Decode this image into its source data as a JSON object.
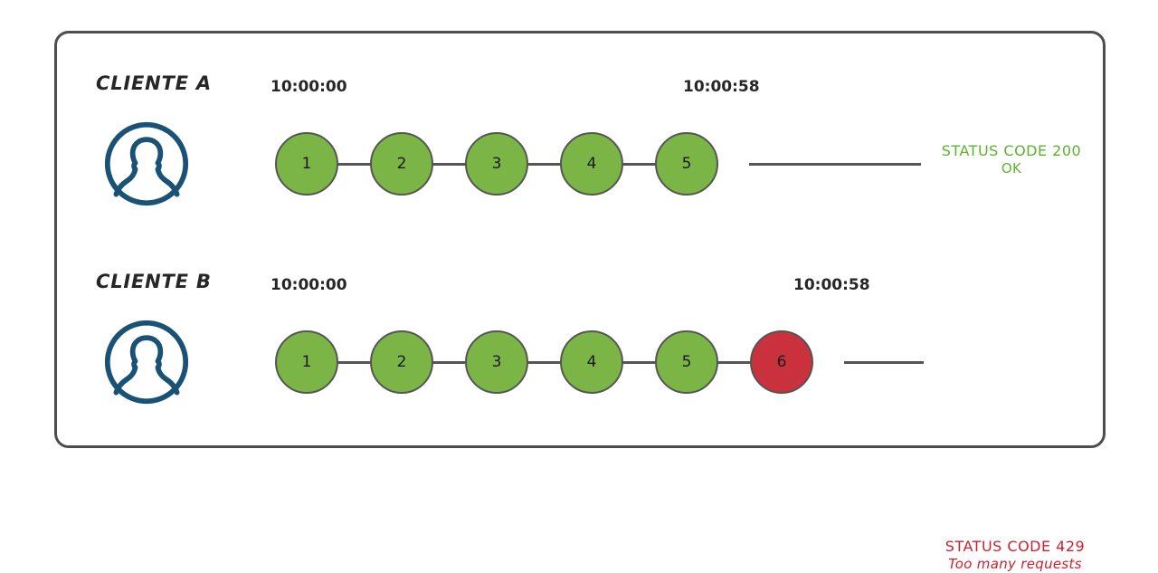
{
  "diagram": {
    "title": "API rate limiting: two clients request sequence",
    "background": "#ffffff",
    "frame_color": "#4d4d4d",
    "colors": {
      "node_ok": "#7ab545",
      "node_fail": "#c9313c",
      "node_border": "#555555",
      "connector": "#555555",
      "avatar": "#1a5276",
      "status_ok_text": "#5cb32e",
      "status_fail_text": "#cf2030",
      "label_text": "#262626"
    },
    "rows": [
      {
        "id": "cliente-a",
        "client_label": "CLIENTE A",
        "avatar_icon": "user-avatar-icon",
        "time_start": "10:00:00",
        "time_end": "10:00:58",
        "requests": [
          {
            "n": "1",
            "state": "ok"
          },
          {
            "n": "2",
            "state": "ok"
          },
          {
            "n": "3",
            "state": "ok"
          },
          {
            "n": "4",
            "state": "ok"
          },
          {
            "n": "5",
            "state": "ok"
          }
        ],
        "status": {
          "state": "ok",
          "line1": "STATUS CODE 200",
          "line2": "OK"
        }
      },
      {
        "id": "cliente-b",
        "client_label": "CLIENTE B",
        "avatar_icon": "user-avatar-icon",
        "time_start": "10:00:00",
        "time_end": "10:00:58",
        "requests": [
          {
            "n": "1",
            "state": "ok"
          },
          {
            "n": "2",
            "state": "ok"
          },
          {
            "n": "3",
            "state": "ok"
          },
          {
            "n": "4",
            "state": "ok"
          },
          {
            "n": "5",
            "state": "ok"
          },
          {
            "n": "6",
            "state": "fail"
          }
        ],
        "status": {
          "state": "fail",
          "line1": "STATUS CODE 429",
          "line2": "Too many requests"
        }
      }
    ]
  }
}
